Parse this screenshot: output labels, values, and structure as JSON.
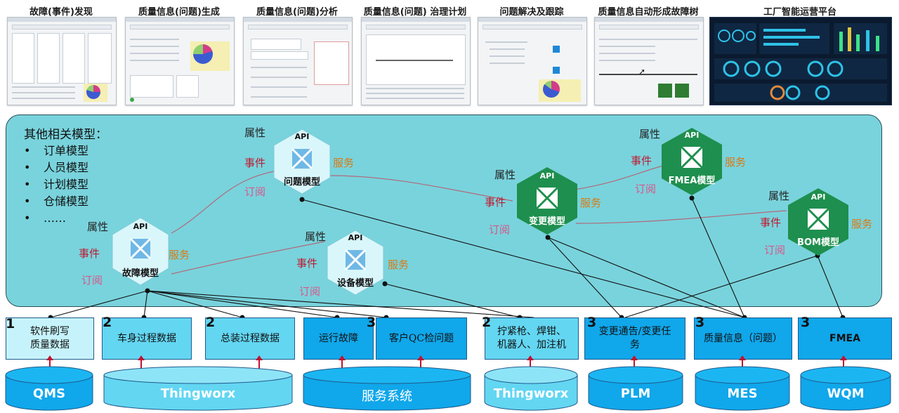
{
  "thumbnails": [
    {
      "title": "故障(事件)发现"
    },
    {
      "title": "质量信息(问题)生成"
    },
    {
      "title": "质量信息(问题)分析"
    },
    {
      "title": "质量信息(问题) 治理计划"
    },
    {
      "title": "问题解决及跟踪"
    },
    {
      "title": "质量信息自动形成故障树"
    },
    {
      "title": "工厂智能运营平台"
    }
  ],
  "other_models": {
    "title": "其他相关模型：",
    "items": [
      "订单模型",
      "人员模型",
      "计划模型",
      "仓储模型",
      "……"
    ]
  },
  "labels": {
    "attr": "属性",
    "event": "事件",
    "subscribe": "订阅",
    "service": "服务",
    "api": "API"
  },
  "models": [
    {
      "id": "problem",
      "name": "问题模型",
      "color": "#d9f6fb"
    },
    {
      "id": "fault",
      "name": "故障模型",
      "color": "#d9f6fb"
    },
    {
      "id": "device",
      "name": "设备模型",
      "color": "#d9f6fb"
    },
    {
      "id": "change",
      "name": "变更模型",
      "color": "#1e8f4e"
    },
    {
      "id": "fmea",
      "name": "FMEA模型",
      "color": "#1e8f4e"
    },
    {
      "id": "bom",
      "name": "BOM模型",
      "color": "#1e8f4e"
    }
  ],
  "sources": [
    {
      "badge": "1",
      "text": "软件刷写\n质量数据"
    },
    {
      "badge": "2",
      "text": "车身过程数据"
    },
    {
      "badge": "2",
      "text": "总装过程数据"
    },
    {
      "badge": "",
      "text": "运行故障"
    },
    {
      "badge": "3",
      "text": "客户QC检问题"
    },
    {
      "badge": "2",
      "text": "拧紧枪、焊钳、\n机器人、加注机"
    },
    {
      "badge": "3",
      "text": "变更通告/变更任\n务"
    },
    {
      "badge": "3",
      "text": "质量信息（问题）"
    },
    {
      "badge": "3",
      "text": "FMEA"
    }
  ],
  "systems": [
    {
      "name": "QMS",
      "color": "#10a7eb"
    },
    {
      "name": "Thingworx",
      "color": "#63d6f2"
    },
    {
      "name": "服务系统",
      "color": "#10a7eb"
    },
    {
      "name": "Thingworx",
      "color": "#63d6f2"
    },
    {
      "name": "PLM",
      "color": "#10a7eb"
    },
    {
      "name": "MES",
      "color": "#10a7eb"
    },
    {
      "name": "WQM",
      "color": "#10a7eb"
    }
  ]
}
